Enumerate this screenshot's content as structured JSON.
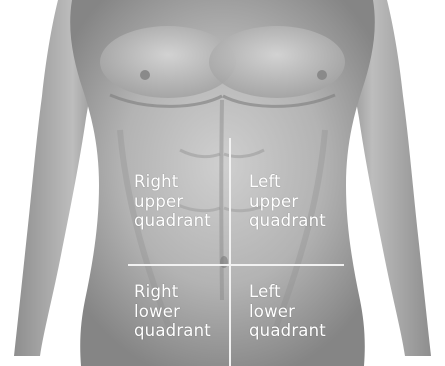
{
  "quadrants": {
    "right_upper": {
      "line1": "Right",
      "line2": "upper",
      "line3": "quadrant"
    },
    "left_upper": {
      "line1": "Left",
      "line2": "upper",
      "line3": "quadrant"
    },
    "right_lower": {
      "line1": "Right",
      "line2": "lower",
      "line3": "quadrant"
    },
    "left_lower": {
      "line1": "Left",
      "line2": "lower",
      "line3": "quadrant"
    }
  },
  "colors": {
    "background": "#ffffff",
    "skin_light": "#d4d4d4",
    "skin_mid": "#a9a9a9",
    "skin_dark": "#6e6e6e",
    "divider_lines": "#f2f2f2",
    "label_text": "#ffffff"
  }
}
